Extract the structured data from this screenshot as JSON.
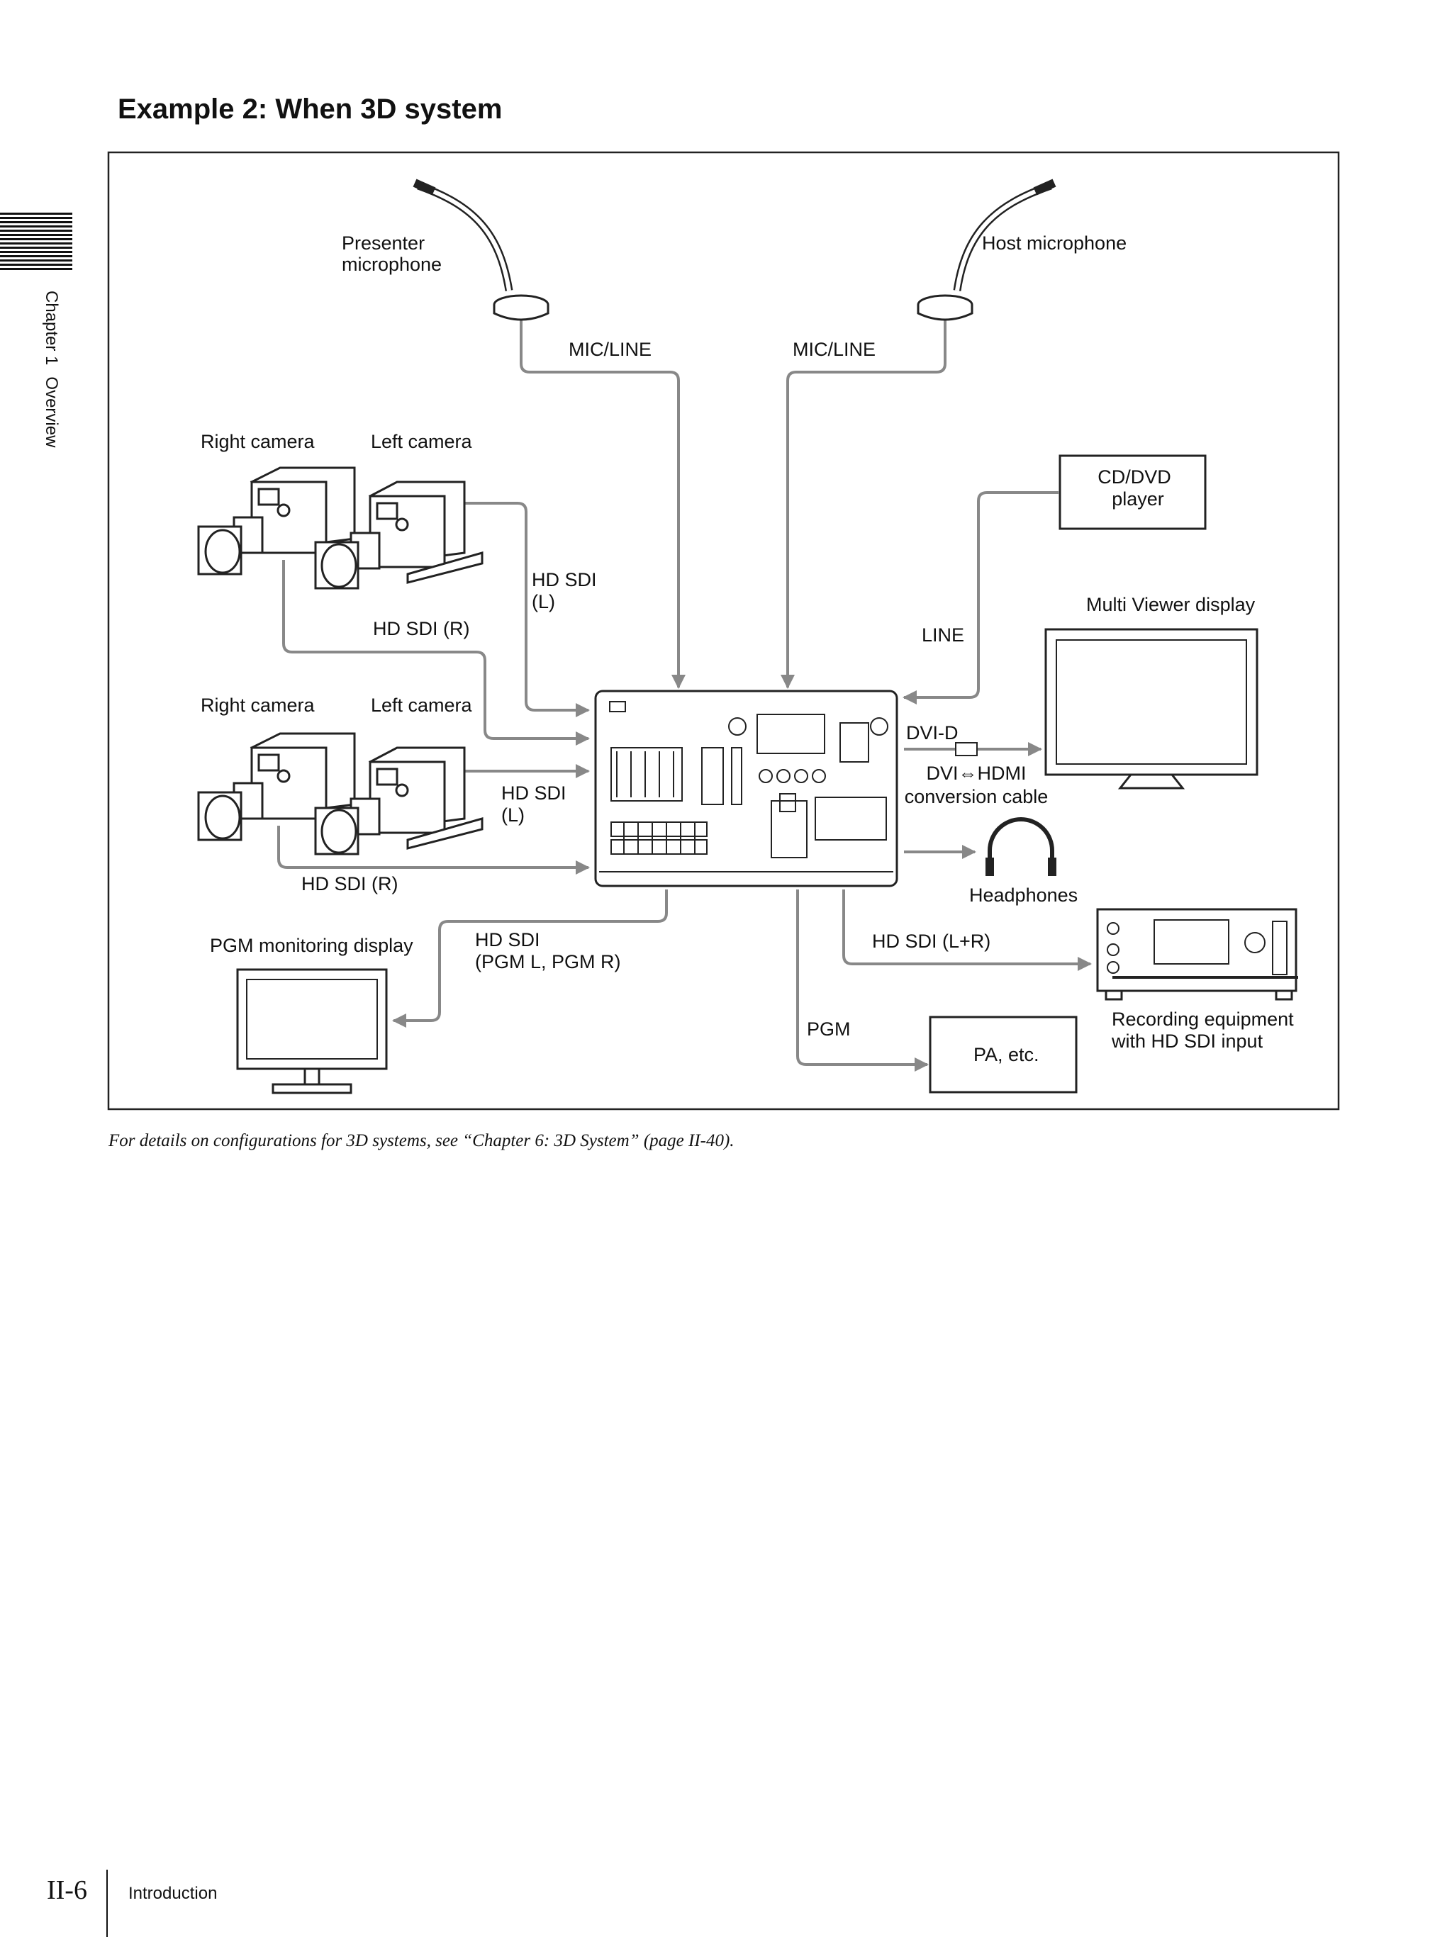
{
  "page": {
    "heading": "Example 2: When 3D system",
    "side_tab": {
      "chapter": "Chapter 1",
      "title": "Overview"
    },
    "note": "For details on configurations for 3D systems, see “Chapter 6: 3D System” (page II-40).",
    "page_number": "II-6",
    "section": "Introduction"
  },
  "diagram": {
    "devices": {
      "presenter_mic": [
        "Presenter",
        "microphone"
      ],
      "host_mic": "Host microphone",
      "right_camera_1": "Right camera",
      "left_camera_1": "Left camera",
      "right_camera_2": "Right camera",
      "left_camera_2": "Left camera",
      "cd_dvd_player": [
        "CD/DVD",
        "player"
      ],
      "multi_viewer": "Multi Viewer display",
      "headphones": "Headphones",
      "pgm_monitor": "PGM monitoring display",
      "recorder": [
        "Recording equipment",
        "with HD SDI input"
      ],
      "pa": "PA, etc."
    },
    "connections": {
      "mic_line_1": "MIC/LINE",
      "mic_line_2": "MIC/LINE",
      "hdsdi_l_1": [
        "HD SDI",
        "(L)"
      ],
      "hdsdi_r_1": "HD SDI (R)",
      "hdsdi_l_2": [
        "HD SDI",
        "(L)"
      ],
      "hdsdi_r_2": "HD SDI (R)",
      "line": "LINE",
      "dvi_d": "DVI-D",
      "dvi_hdmi": [
        "DVI⇔HDMI",
        "conversion cable"
      ],
      "hdsdi_pgm": [
        "HD SDI",
        "(PGM L, PGM R)"
      ],
      "hdsdi_lr": "HD SDI (L+R)",
      "pgm": "PGM"
    }
  }
}
